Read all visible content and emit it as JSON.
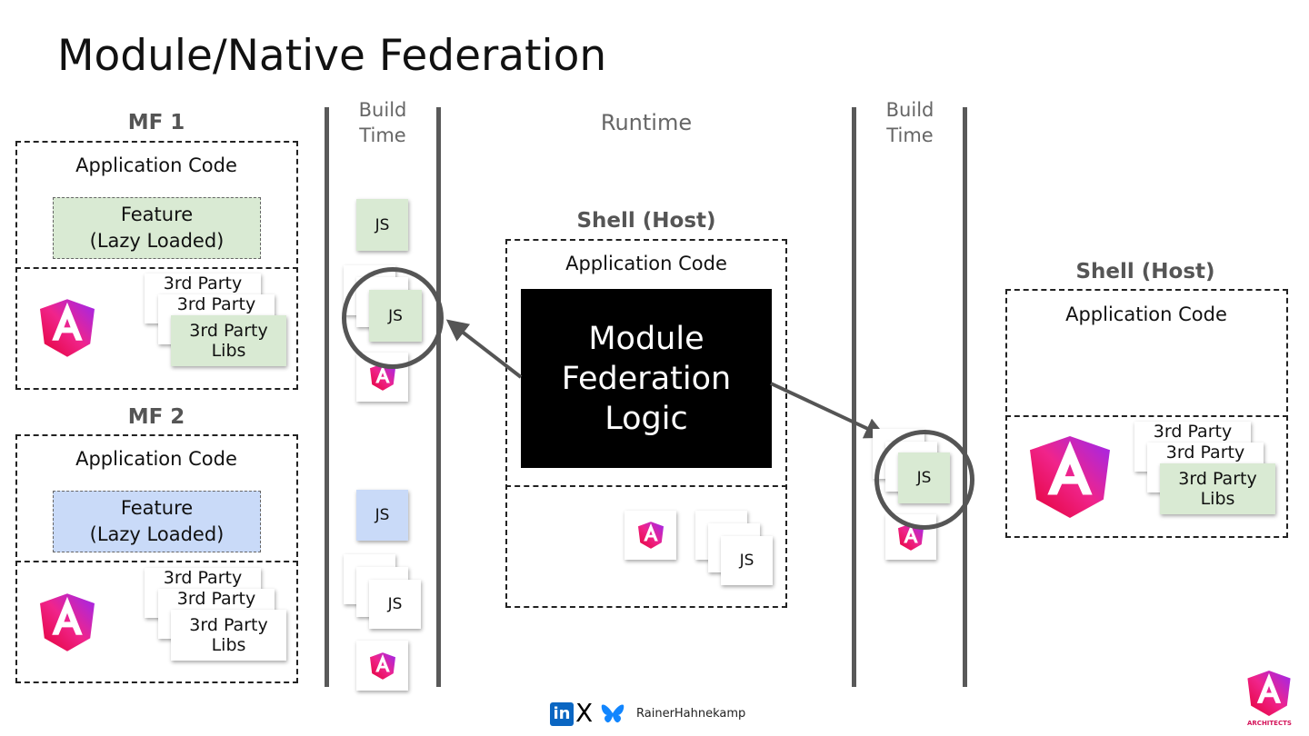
{
  "title": "Module/Native Federation",
  "phases": {
    "build_time_1": [
      "Build",
      "Time"
    ],
    "runtime": "Runtime",
    "build_time_2": [
      "Build",
      "Time"
    ]
  },
  "mf1": {
    "label": "MF 1",
    "application_code": "Application Code",
    "feature": [
      "Feature",
      "(Lazy Loaded)"
    ],
    "feature_color": "#d9ead3",
    "libs": [
      "3rd Party",
      "3rd Party",
      "3rd Party Libs"
    ],
    "framework_icon": "angular-logo"
  },
  "mf2": {
    "label": "MF 2",
    "application_code": "Application Code",
    "feature": [
      "Feature",
      "(Lazy Loaded)"
    ],
    "feature_color": "#c9daf8",
    "libs": [
      "3rd Party",
      "3rd Party",
      "3rd Party Libs"
    ],
    "framework_icon": "angular-logo"
  },
  "build_artifacts": {
    "js": "JS"
  },
  "shell_runtime": {
    "label": "Shell (Host)",
    "application_code": "Application Code",
    "logic": [
      "Module",
      "Federation",
      "Logic"
    ],
    "js": "JS"
  },
  "shell_right": {
    "label": "Shell (Host)",
    "application_code": "Application Code",
    "libs": [
      "3rd Party",
      "3rd Party",
      "3rd Party Libs"
    ]
  },
  "footer": {
    "social_icons": [
      "linkedin-icon",
      "x-icon",
      "bluesky-icon"
    ],
    "handle": "RainerHahnekamp",
    "logo_text": "ARCHITECTS"
  },
  "colors": {
    "line": "#595959",
    "green": "#d9ead3",
    "blue": "#c9daf8",
    "angular_pink": "#e40035",
    "angular_purple": "#9c27f0"
  }
}
